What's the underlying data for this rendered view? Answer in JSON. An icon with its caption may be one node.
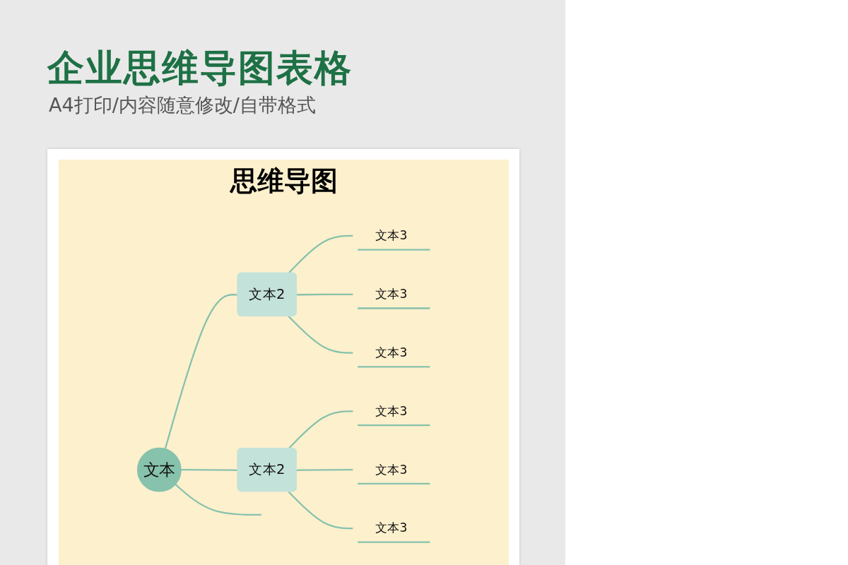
{
  "diagram": {
    "title": "企业思维导图表格",
    "nodes": [
      {
        "text": [
          "文本"
        ]
      },
      {
        "text": [
          "文本2"
        ]
      },
      {
        "text": [
          "文本3"
        ]
      },
      {
        "text": [
          "文本3"
        ]
      },
      {
        "text": [
          "文本3"
        ]
      },
      {
        "text": [
          "文本2"
        ]
      },
      {
        "text": [
          "文本3"
        ]
      },
      {
        "text": [
          "文本3"
        ]
      },
      {
        "text": [
          "文本3"
        ]
      }
    ],
    "edges": [
      {
        "from": 0,
        "to": 1,
        "arrow": "none"
      },
      {
        "from": 1,
        "to": 2,
        "arrow": "none"
      },
      {
        "from": 1,
        "to": 3,
        "arrow": "none"
      },
      {
        "from": 1,
        "to": 4,
        "arrow": "none"
      },
      {
        "from": 0,
        "to": 5,
        "arrow": "none"
      },
      {
        "from": 5,
        "to": 6,
        "arrow": "none"
      },
      {
        "from": 5,
        "to": 7,
        "arrow": "none"
      },
      {
        "from": 5,
        "to": 8,
        "arrow": "none"
      },
      {
        "from": 0,
        "to": null,
        "arrow": "none"
      }
    ],
    "labels": [
      "A4打印/内容随意修改/自带格式",
      "思维导图"
    ]
  }
}
